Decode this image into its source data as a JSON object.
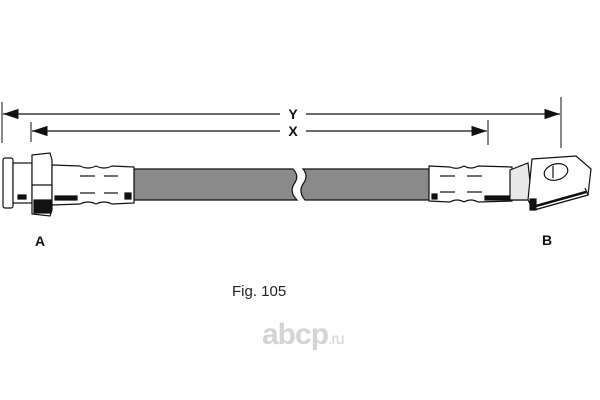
{
  "dimensions": {
    "overall_label": "Y",
    "inner_label": "X"
  },
  "ends": {
    "left_label": "A",
    "right_label": "B"
  },
  "caption": "Fig. 105",
  "watermark": {
    "main": "abcp",
    "suffix": ".ru"
  },
  "colors": {
    "hose": "#8a8a8a",
    "line": "#111111",
    "watermark": "#d4d4d4"
  }
}
